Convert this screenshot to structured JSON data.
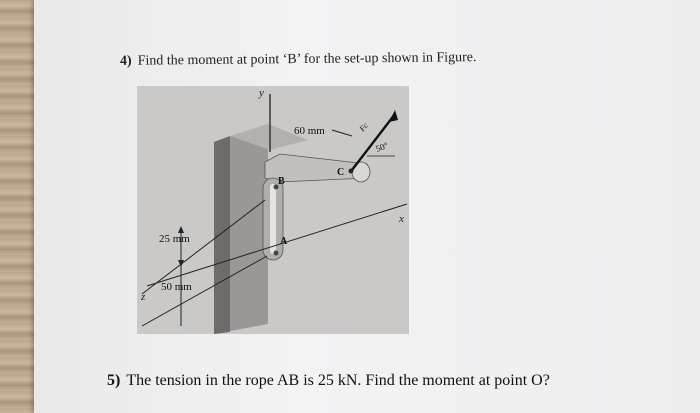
{
  "questions": [
    {
      "number": "4)",
      "text": "Find the moment at point ‘B’ for the set-up shown in Figure."
    },
    {
      "number": "5)",
      "text": "The tension in the rope AB is 25 kN. Find the moment at point O?"
    }
  ],
  "figure": {
    "labels": {
      "y_axis": "y",
      "z_axis": "z",
      "x_axis": "x",
      "dim_top": "60 mm",
      "dim_mid": "25 mm",
      "dim_low": "50 mm",
      "angle": "50°",
      "force": "Fc",
      "point_b": "B",
      "point_a": "A",
      "point_c": "C"
    },
    "colors": {
      "photo_background": "#c9c8c6",
      "plate": "#9a9896",
      "plate_dark": "#5a5856",
      "slot": "#e5e4e2"
    }
  }
}
